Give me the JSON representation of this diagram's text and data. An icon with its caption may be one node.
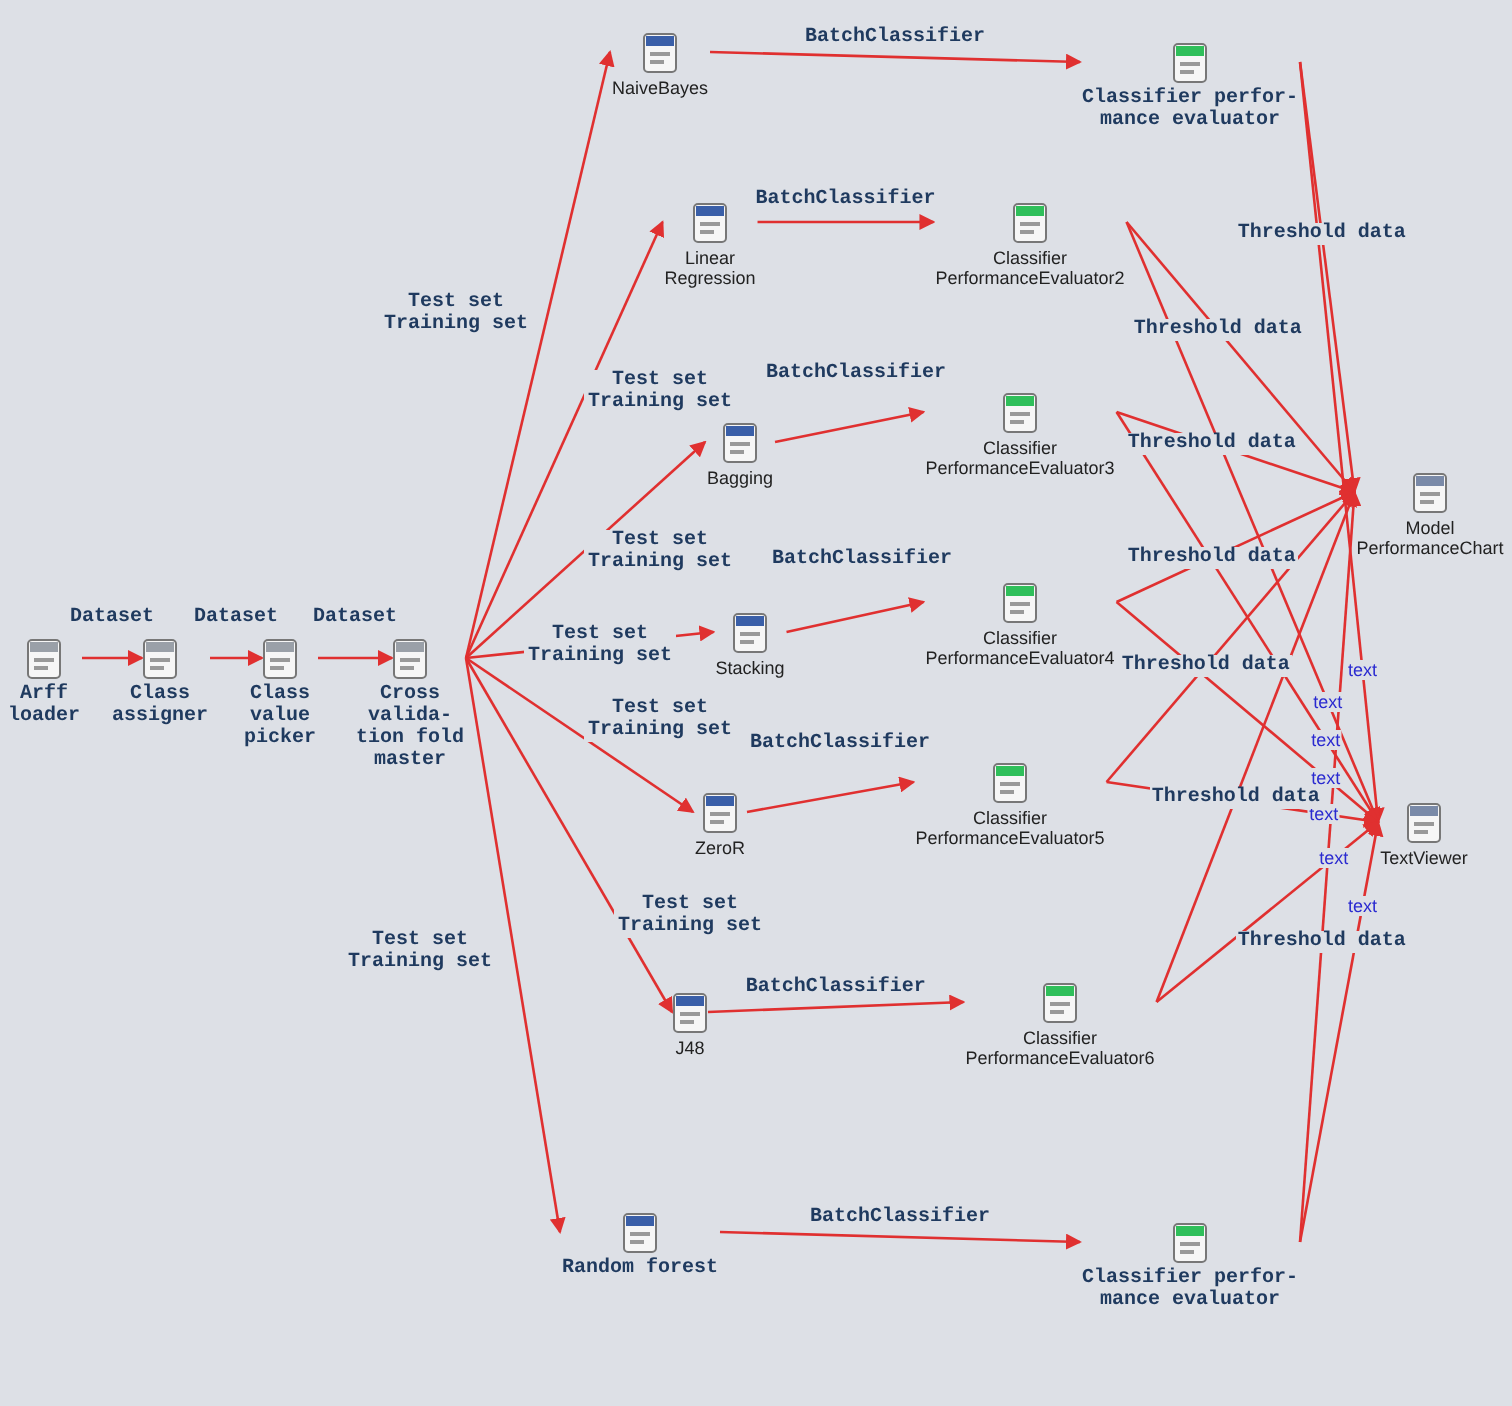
{
  "diagram": {
    "nodes": [
      {
        "text": [
          "Arff loader"
        ]
      },
      {
        "text": [
          "Class assigner"
        ]
      },
      {
        "text": [
          "Class value picker"
        ]
      },
      {
        "text": [
          "Cross valida-tion fold master"
        ]
      },
      {
        "text": [
          "NaiveBayes"
        ]
      },
      {
        "text": [
          "Linear Regression"
        ]
      },
      {
        "text": [
          "Bagging"
        ]
      },
      {
        "text": [
          "Stacking"
        ]
      },
      {
        "text": [
          "ZeroR"
        ]
      },
      {
        "text": [
          "J48"
        ]
      },
      {
        "text": [
          "Random forest"
        ]
      },
      {
        "text": [
          "Classifier perfor-mance evaluator"
        ]
      },
      {
        "text": [
          "Classifier PerformanceEvaluator2"
        ]
      },
      {
        "text": [
          "Classifier PerformanceEvaluator3"
        ]
      },
      {
        "text": [
          "Classifier PerformanceEvaluator4"
        ]
      },
      {
        "text": [
          "Classifier PerformanceEvaluator5"
        ]
      },
      {
        "text": [
          "Classifier PerformanceEvaluator6"
        ]
      },
      {
        "text": [
          "Classifier perfor-mance evaluator"
        ]
      },
      {
        "text": [
          "Model PerformanceChart"
        ]
      },
      {
        "text": [
          "TextViewer"
        ]
      }
    ],
    "edges": [
      {
        "from": 0,
        "to": 1,
        "arrow": "to",
        "label": "Dataset"
      },
      {
        "from": 1,
        "to": 2,
        "arrow": "to",
        "label": "Dataset"
      },
      {
        "from": 2,
        "to": 3,
        "arrow": "to",
        "label": "Dataset"
      },
      {
        "from": 3,
        "to": 4,
        "arrow": "to",
        "label": "Test set Training set"
      },
      {
        "from": 3,
        "to": 5,
        "arrow": "to",
        "label": "Test set Training set"
      },
      {
        "from": 3,
        "to": 6,
        "arrow": "to",
        "label": "Test set Training set"
      },
      {
        "from": 3,
        "to": 7,
        "arrow": "to",
        "label": "Test set Training set"
      },
      {
        "from": 3,
        "to": 8,
        "arrow": "to",
        "label": "Test set Training set"
      },
      {
        "from": 3,
        "to": 9,
        "arrow": "to",
        "label": "Test set Training set"
      },
      {
        "from": 3,
        "to": 10,
        "arrow": "to",
        "label": "Test set Training set"
      },
      {
        "from": 4,
        "to": 11,
        "arrow": "to",
        "label": "BatchClassifier"
      },
      {
        "from": 5,
        "to": 12,
        "arrow": "to",
        "label": "BatchClassifier"
      },
      {
        "from": 6,
        "to": 13,
        "arrow": "to",
        "label": "BatchClassifier"
      },
      {
        "from": 7,
        "to": 14,
        "arrow": "to",
        "label": "BatchClassifier"
      },
      {
        "from": 8,
        "to": 15,
        "arrow": "to",
        "label": "BatchClassifier"
      },
      {
        "from": 9,
        "to": 16,
        "arrow": "to",
        "label": "BatchClassifier"
      },
      {
        "from": 10,
        "to": 17,
        "arrow": "to",
        "label": "BatchClassifier"
      },
      {
        "from": 11,
        "to": 18,
        "arrow": "to",
        "label": "Threshold data"
      },
      {
        "from": 11,
        "to": 19,
        "arrow": "to",
        "label": "text"
      },
      {
        "from": 12,
        "to": 18,
        "arrow": "to",
        "label": "Threshold data"
      },
      {
        "from": 12,
        "to": 19,
        "arrow": "to",
        "label": "text"
      },
      {
        "from": 13,
        "to": 18,
        "arrow": "to",
        "label": "Threshold data"
      },
      {
        "from": 13,
        "to": 19,
        "arrow": "to",
        "label": "text"
      },
      {
        "from": 14,
        "to": 18,
        "arrow": "to",
        "label": "Threshold data"
      },
      {
        "from": 14,
        "to": 19,
        "arrow": "to",
        "label": "text"
      },
      {
        "from": 15,
        "to": 18,
        "arrow": "to",
        "label": "Threshold data"
      },
      {
        "from": 15,
        "to": 19,
        "arrow": "to",
        "label": "text"
      },
      {
        "from": 16,
        "to": 18,
        "arrow": "to",
        "label": "Threshold data"
      },
      {
        "from": 16,
        "to": 19,
        "arrow": "to",
        "label": "text"
      },
      {
        "from": 17,
        "to": 18,
        "arrow": "to",
        "label": "Threshold data"
      },
      {
        "from": 17,
        "to": 19,
        "arrow": "to",
        "label": "text"
      }
    ]
  }
}
